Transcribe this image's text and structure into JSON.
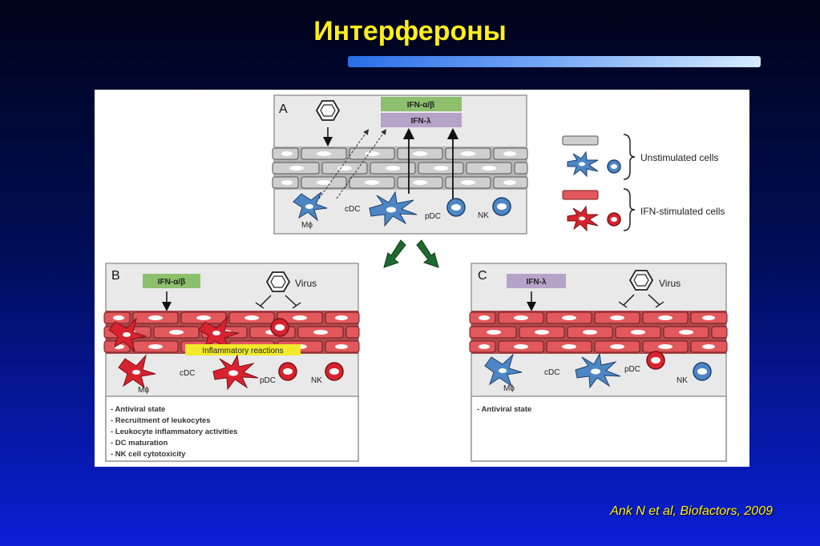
{
  "slide": {
    "title": "Интерфероны",
    "citation": "Ank N et al, Biofactors, 2009"
  },
  "panel_a": {
    "letter": "A",
    "ifn_ab": "IFN-α/β",
    "ifn_l": "IFN-λ",
    "mphi": "Mϕ",
    "cdc": "cDC",
    "pdc": "pDC",
    "nk": "NK"
  },
  "legend": {
    "unstimulated": "Unstimulated cells",
    "stimulated": "IFN-stimulated cells"
  },
  "panel_b": {
    "letter": "B",
    "ifn": "IFN-α/β",
    "virus": "Virus",
    "inflammatory": "Inflammatory reactions",
    "mphi": "Mϕ",
    "cdc": "cDC",
    "pdc": "pDC",
    "nk": "NK",
    "effects": [
      "- Antiviral state",
      "- Recruitment of leukocytes",
      "- Leukocyte inflammatory activities",
      "- DC maturation",
      "- NK cell cytotoxicity"
    ]
  },
  "panel_c": {
    "letter": "C",
    "ifn": "IFN-λ",
    "virus": "Virus",
    "mphi": "Mϕ",
    "cdc": "cDC",
    "pdc": "pDC",
    "nk": "NK",
    "effects": [
      "- Antiviral state"
    ]
  },
  "colors": {
    "title": "#ffef1a",
    "panel_bg": "#e9e9e9",
    "gray_cell": "#c8c8c8",
    "red_cell": "#e2585c",
    "blue_cell": "#4d86c4",
    "red_immune": "#d8232f",
    "ifn_ab_box": "#8cc06c",
    "ifn_l_box": "#b6a3c8",
    "inflammatory_box": "#f2ea2a",
    "arrow_green": "#1e6a30"
  }
}
